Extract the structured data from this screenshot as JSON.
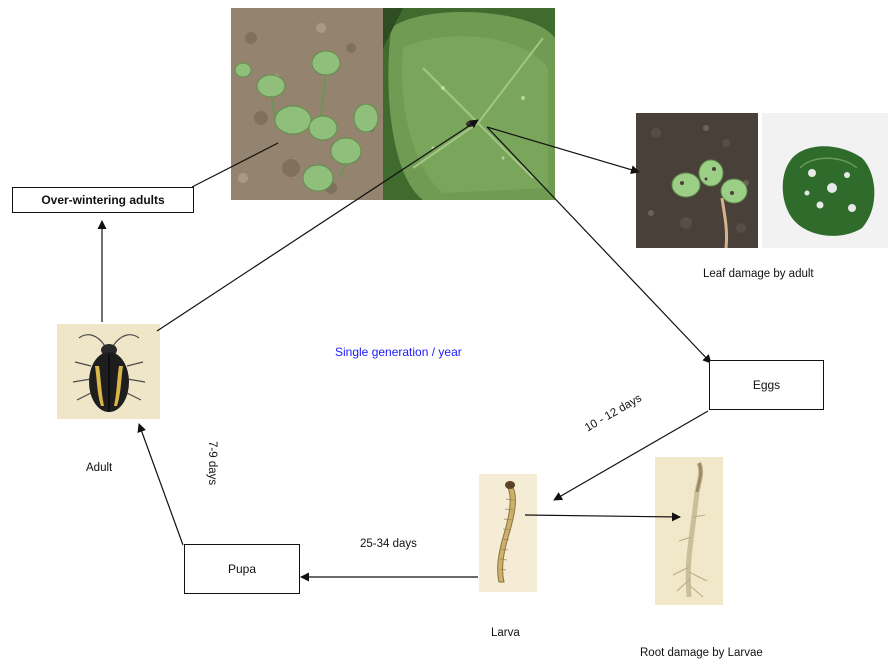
{
  "stages": {
    "overwintering": "Over-wintering adults",
    "eggs": "Eggs",
    "pupa": "Pupa"
  },
  "labels": {
    "adult": "Adult",
    "larva": "Larva",
    "leaf_damage": "Leaf damage by adult",
    "root_damage": "Root damage by Larvae",
    "center": "Single generation / year"
  },
  "durations": {
    "eggs_to_larva": "10 - 12 days",
    "larva_to_pupa": "25-34 days",
    "pupa_to_adult": "7-9 days"
  },
  "colors": {
    "center_text": "#1a1aff",
    "line": "#111111"
  }
}
